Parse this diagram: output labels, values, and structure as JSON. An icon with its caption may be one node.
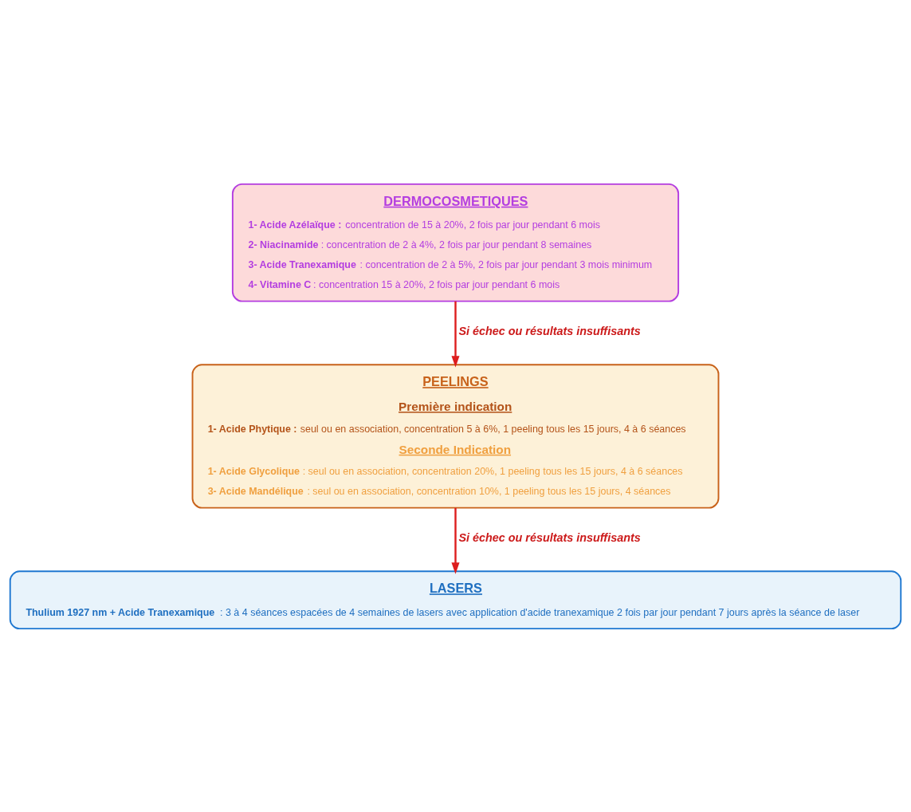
{
  "diagram": {
    "nodes": [
      {
        "text": [
          "DERMOCOSMETIQUES",
          "**1- Acide Azélaïque :** concentration de 15 à 20%, 2 fois par jour pendant 6 mois",
          "**2- Niacinamide** : concentration de 2 à 4%, 2 fois par jour pendant 8 semaines",
          "**3- Acide Tranexamique** : concentration de 2 à 5%, 2 fois par jour pendant 3 mois minimum",
          "**4- Vitamine C** : concentration 15 à 20%, 2 fois par jour pendant 6 mois"
        ]
      },
      {
        "text": [
          "PEELINGS",
          "Première indication",
          "**1- Acide Phytique :** seul ou en association, concentration 5 à 6%, 1 peeling tous les 15 jours, 4 à 6 séances",
          "Seconde Indication",
          "**1- Acide Glycolique** : seul ou en association, concentration 20%, 1 peeling tous les 15 jours, 4 à 6 séances",
          "**3- Acide Mandélique** : seul ou en association, concentration 10%, 1 peeling tous les 15 jours, 4 séances"
        ]
      },
      {
        "text": [
          "LASERS",
          "**Thulium 1927 nm + Acide Tranexamique** : 3 à 4 séances espacées de 4 semaines de lasers avec application d'acide tranexamique 2 fois par jour pendant 7 jours après la séance de laser"
        ]
      }
    ],
    "edges": [
      {
        "from": 0,
        "to": 1,
        "arrow": "to",
        "label": "Si échec ou résultats insuffisants"
      },
      {
        "from": 1,
        "to": 2,
        "arrow": "to",
        "label": "Si échec ou résultats insuffisants"
      }
    ]
  }
}
